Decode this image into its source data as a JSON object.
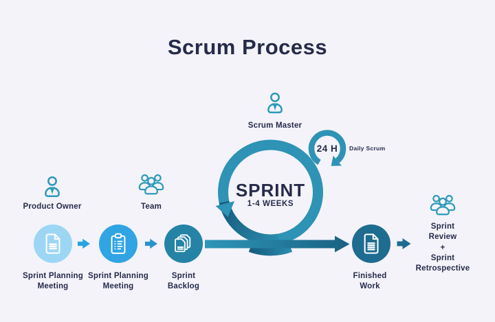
{
  "title": "Scrum Process",
  "background": "#f4f3f9",
  "palette": {
    "teal": "#2e93b5",
    "dark_teal": "#1e6c8f",
    "navy": "#262b4b",
    "icon_teal": "#2d9aba",
    "flow_gradient_start": "#2e96b8",
    "flow_gradient_end": "#1a6182"
  },
  "actors": {
    "product_owner": {
      "label": "Product Owner",
      "icon": "person-icon"
    },
    "team": {
      "label": "Team",
      "icon": "team-icon"
    },
    "scrum_master": {
      "label": "Scrum Master",
      "icon": "person-icon"
    }
  },
  "sprint_loop": {
    "title": "SPRINT",
    "subtitle": "1-4 WEEKS"
  },
  "daily_scrum": {
    "badge": "24 H",
    "label": "Daily Scrum"
  },
  "steps": [
    {
      "name": "sprint-planning-meeting-1",
      "icon": "document-icon",
      "circle_color": "#9cd6f4",
      "label1": "Sprint Planning",
      "label2": "Meeting"
    },
    {
      "name": "sprint-planning-meeting-2",
      "icon": "clipboard-checklist-icon",
      "circle_color": "#31a4e3",
      "label1": "Sprint Planning",
      "label2": "Meeting"
    },
    {
      "name": "sprint-backlog",
      "icon": "stacked-documents-icon",
      "circle_color": "#2583a6",
      "label1": "Sprint",
      "label2": "Backlog"
    },
    {
      "name": "finished-work",
      "icon": "document-icon",
      "circle_color": "#1e6c8f",
      "label1": "Finished",
      "label2": "Work"
    }
  ],
  "review": {
    "icon": "team-icon",
    "lines": [
      "Sprint",
      "Review",
      "+",
      "Sprint",
      "Retrospective"
    ]
  },
  "arrow_colors": [
    "#2aa3e2",
    "#2a93cc",
    "#1e6c8f"
  ]
}
